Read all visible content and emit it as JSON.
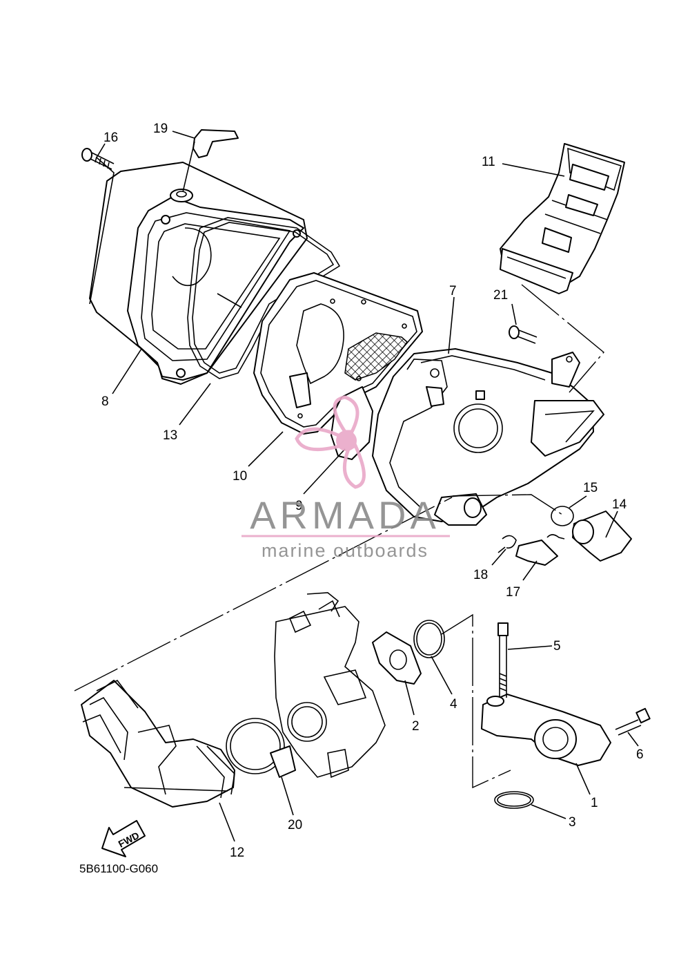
{
  "callouts": {
    "c1": "1",
    "c2": "2",
    "c3": "3",
    "c4": "4",
    "c5": "5",
    "c6": "6",
    "c7": "7",
    "c8": "8",
    "c9": "9",
    "c10": "10",
    "c11": "11",
    "c12": "12",
    "c13": "13",
    "c14": "14",
    "c15": "15",
    "c16": "16",
    "c17": "17",
    "c18": "18",
    "c19": "19",
    "c20": "20",
    "c21": "21"
  },
  "fwd_label": "FWD",
  "diagram_ref": "5B61100-G060",
  "watermark": {
    "brand": "ARMADA",
    "tagline": "marine outboards",
    "color": "#e9a8c8",
    "text_color": "#8a8a8a"
  }
}
